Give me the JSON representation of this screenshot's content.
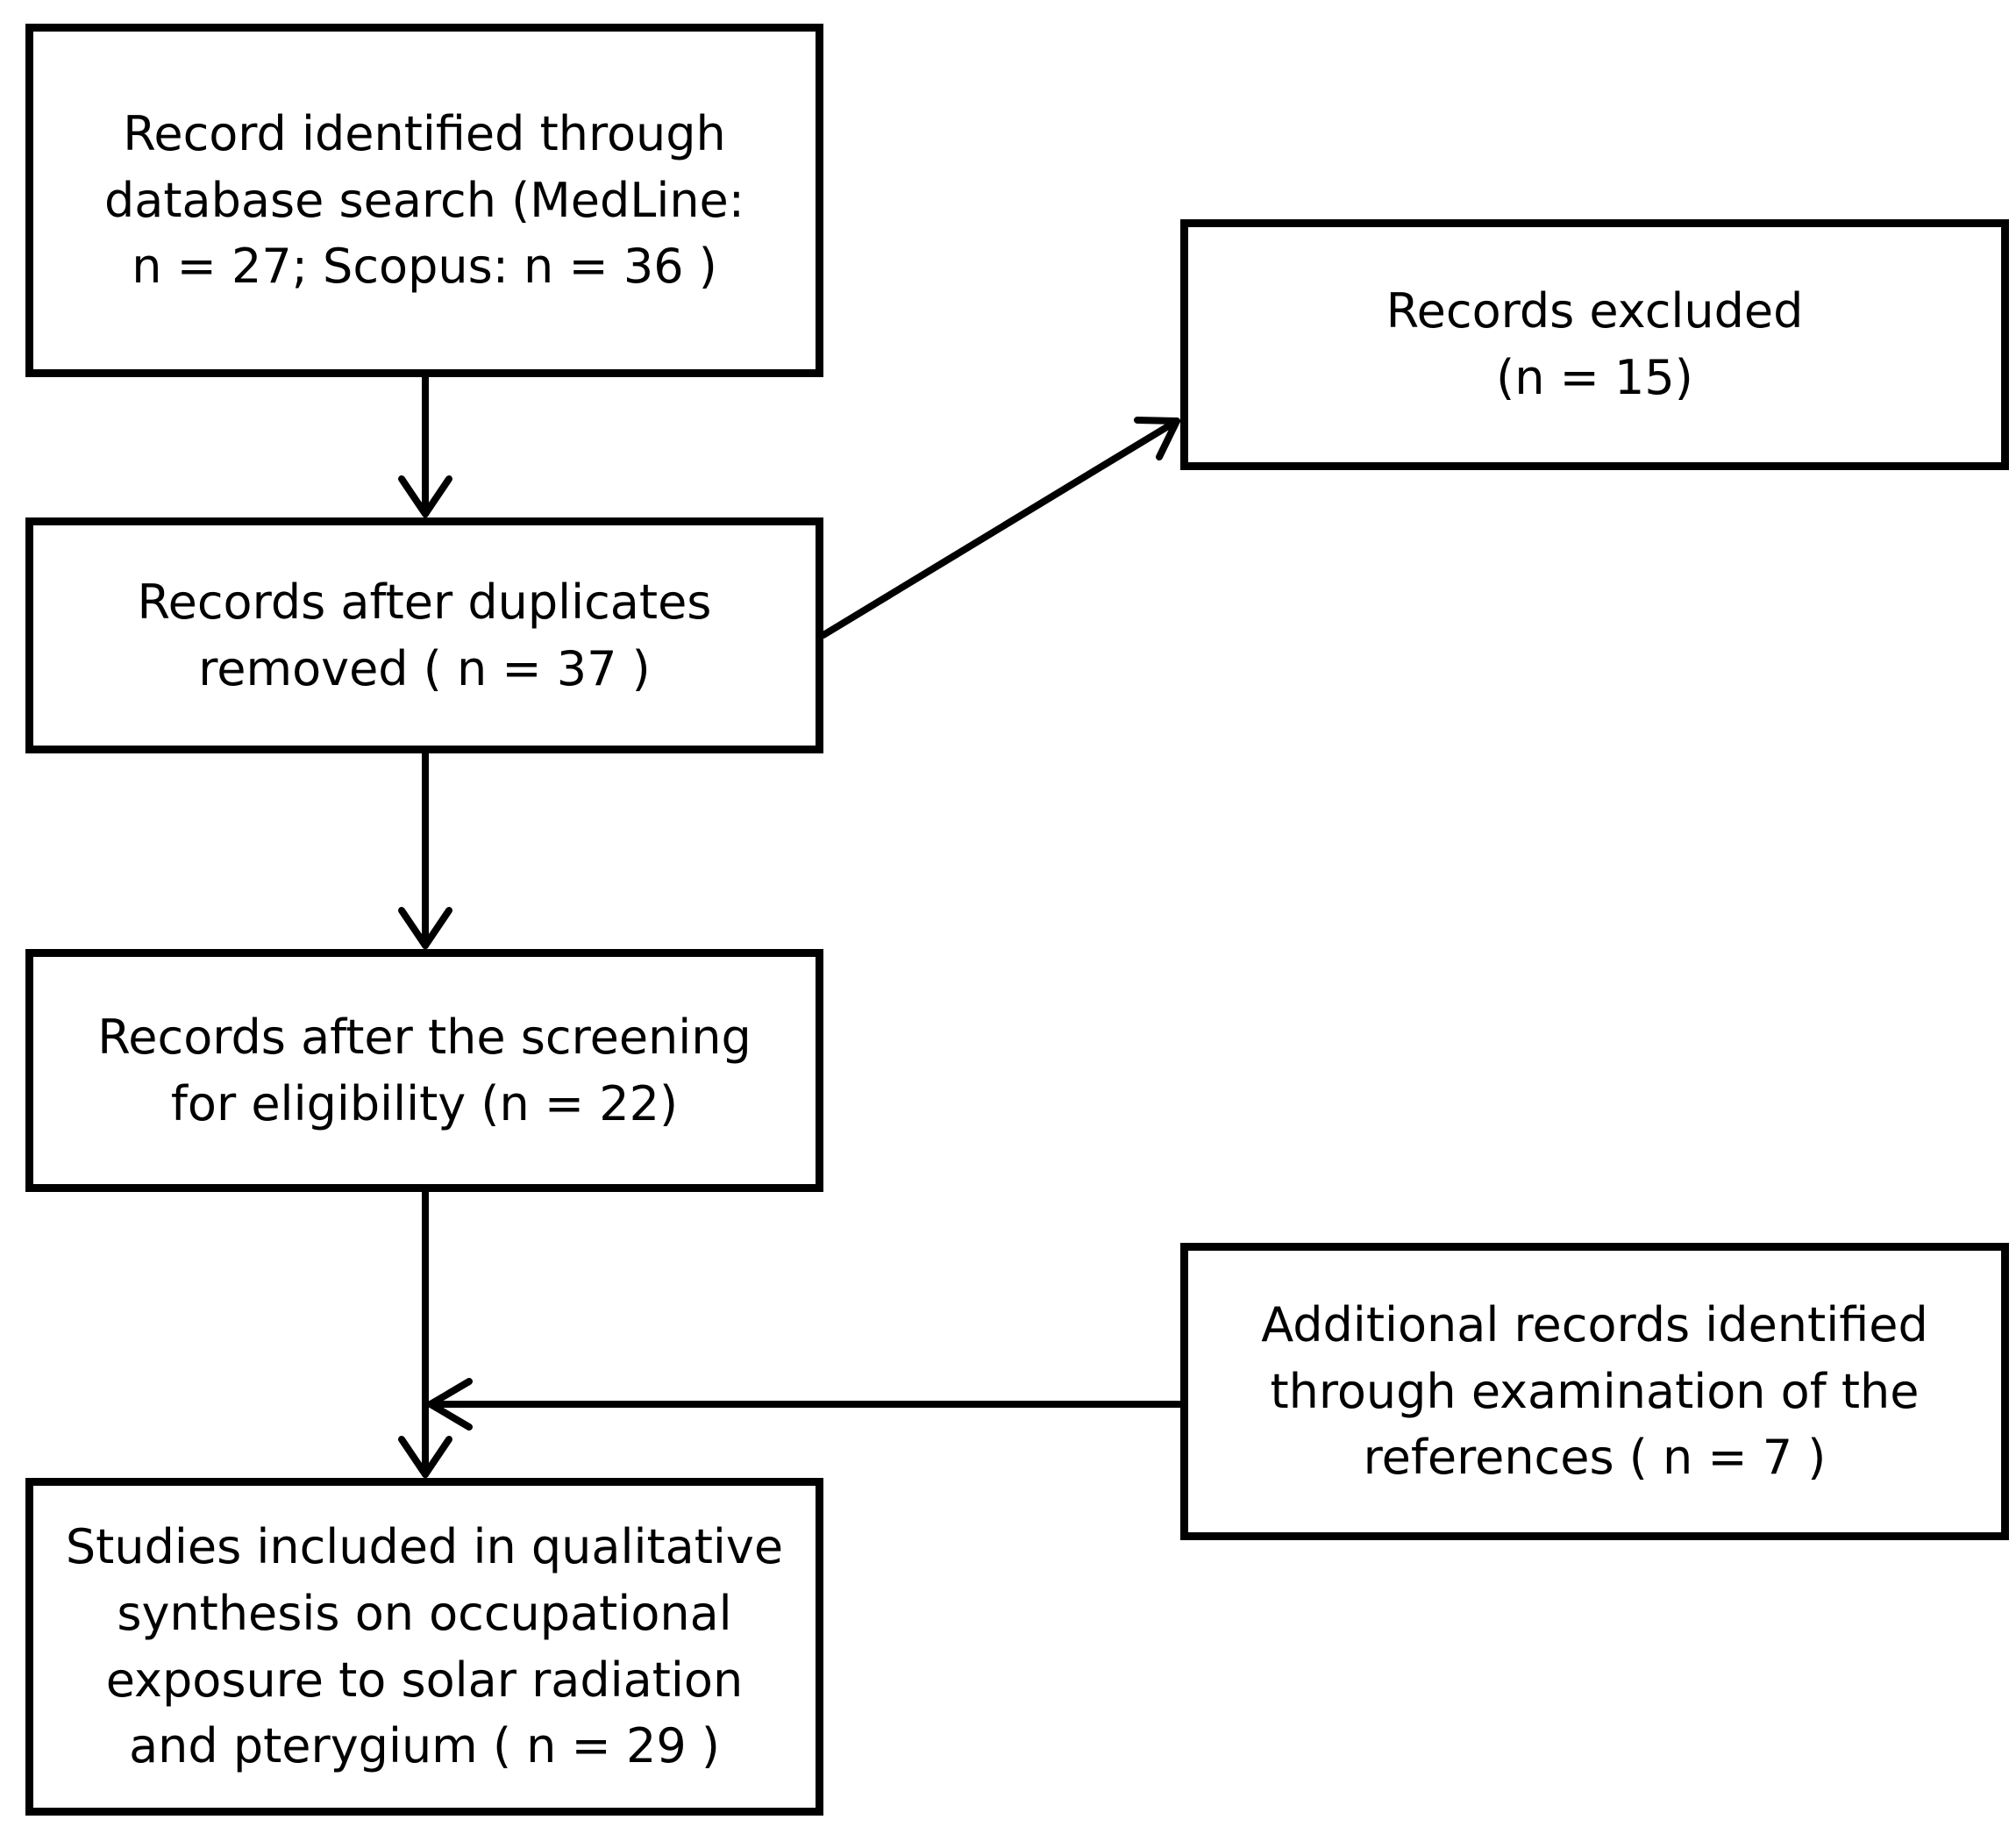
{
  "flowchart": {
    "search_box": {
      "lines": [
        "Record identified through",
        "database search (MedLine:",
        "n = 27; Scopus: n = 36 )"
      ]
    },
    "dedup_box": {
      "lines": [
        "Records after duplicates",
        "removed  ( n = 37 )"
      ]
    },
    "screening_box": {
      "lines": [
        "Records after the screening",
        "for eligibility (n = 22)"
      ]
    },
    "included_box": {
      "lines": [
        "Studies included in qualitative",
        "synthesis on occupational",
        "exposure to solar radiation",
        "and pterygium ( n = 29 )"
      ]
    },
    "excluded_box": {
      "lines": [
        "Records excluded",
        "(n = 15)"
      ]
    },
    "additional_box": {
      "lines": [
        "Additional records identified",
        "through examination of the",
        "references   ( n = 7 )"
      ]
    }
  },
  "colors": {
    "stroke": "#000000",
    "background": "#ffffff"
  }
}
